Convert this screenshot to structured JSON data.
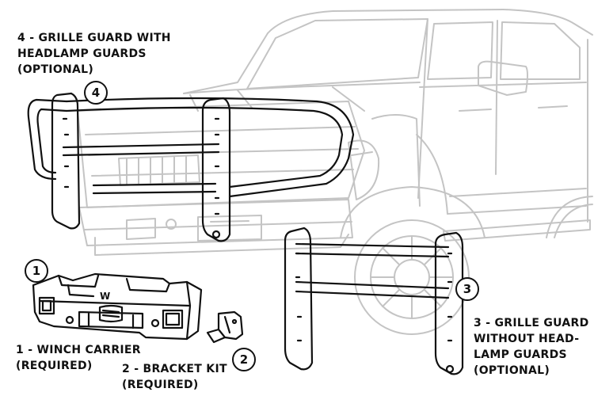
{
  "callouts": [
    {
      "number": "1",
      "lines": [
        "1 - WINCH CARRIER",
        "(REQUIRED)"
      ]
    },
    {
      "number": "2",
      "lines": [
        "2 - BRACKET KIT",
        "(REQUIRED)"
      ]
    },
    {
      "number": "3",
      "lines": [
        "3 - GRILLE GUARD",
        "WITHOUT HEAD-",
        "LAMP GUARDS",
        "(OPTIONAL)"
      ]
    },
    {
      "number": "4",
      "lines": [
        "4 - GRILLE GUARD WITH",
        "HEADLAMP GUARDS",
        "(OPTIONAL)"
      ]
    }
  ],
  "winch_logo": "W",
  "colors": {
    "truck": "#c4c4c4",
    "parts": "#111111"
  }
}
